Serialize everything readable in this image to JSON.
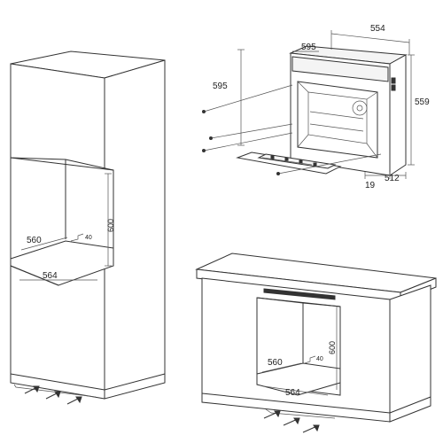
{
  "tall_cabinet": {
    "dims": {
      "height": "600",
      "width": "560",
      "depth": "564",
      "clearance": "40"
    }
  },
  "oven": {
    "dims": {
      "depth": "554",
      "width": "595",
      "height": "595",
      "height_right": "559",
      "door_gap": "19",
      "body_depth": "512"
    }
  },
  "base_cabinet": {
    "dims": {
      "height": "600",
      "width": "560",
      "depth": "564",
      "clearance": "40"
    }
  }
}
